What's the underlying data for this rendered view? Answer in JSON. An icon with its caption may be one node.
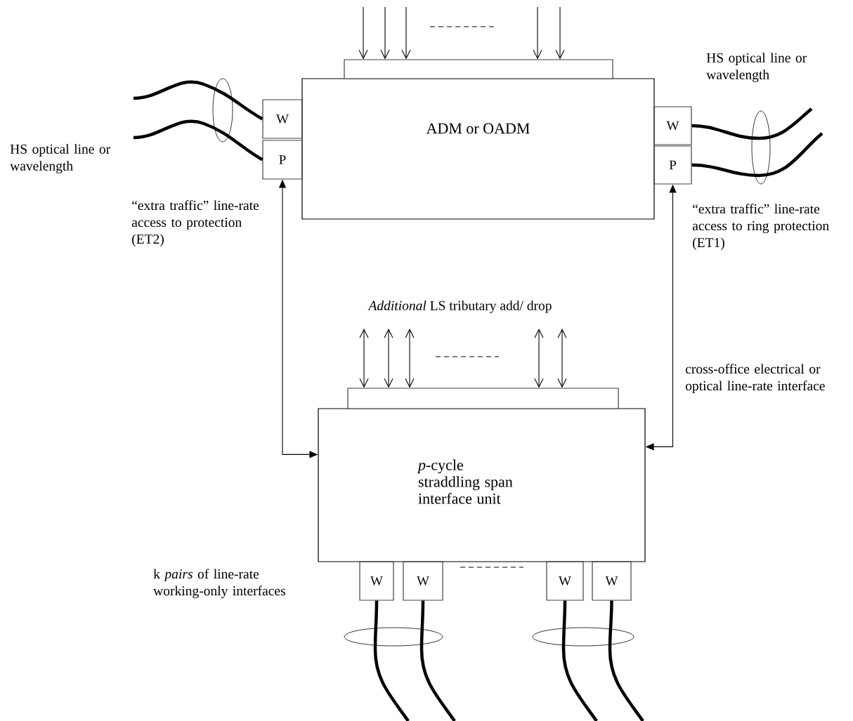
{
  "diagram": {
    "nodes": [
      {
        "text": [
          "ADM or OADM"
        ]
      },
      {
        "text": [],
        "shape": "bar"
      },
      {
        "text": [
          "W"
        ]
      },
      {
        "text": [
          "P"
        ]
      },
      {
        "text": [
          "W"
        ]
      },
      {
        "text": [
          "P"
        ]
      },
      {
        "text": [
          "*p*-cycle straddling span interface unit"
        ]
      },
      {
        "text": [],
        "shape": "bar"
      },
      {
        "text": [
          "W"
        ]
      },
      {
        "text": [
          "W"
        ]
      },
      {
        "text": [
          "W"
        ]
      },
      {
        "text": [
          "W"
        ]
      },
      {
        "text": [],
        "shape": "ellipse"
      },
      {
        "text": [],
        "shape": "ellipse"
      },
      {
        "text": [],
        "shape": "ellipse"
      },
      {
        "text": [],
        "shape": "ellipse"
      }
    ],
    "edges": [
      {
        "from": 3,
        "to": 6,
        "arrow": "both"
      },
      {
        "from": 5,
        "to": 6,
        "arrow": "both"
      },
      {
        "from": null,
        "to": 1,
        "arrow": "to"
      },
      {
        "from": null,
        "to": 1,
        "arrow": "to"
      },
      {
        "from": null,
        "to": 1,
        "arrow": "to"
      },
      {
        "from": null,
        "to": 1,
        "arrow": "to"
      },
      {
        "from": null,
        "to": 1,
        "arrow": "to"
      },
      {
        "from": null,
        "to": 7,
        "arrow": "both"
      },
      {
        "from": null,
        "to": 7,
        "arrow": "both"
      },
      {
        "from": null,
        "to": 7,
        "arrow": "both"
      },
      {
        "from": null,
        "to": 7,
        "arrow": "both"
      },
      {
        "from": null,
        "to": 7,
        "arrow": "both"
      },
      {
        "from": 2,
        "to": null,
        "arrow": "none",
        "style": "thick"
      },
      {
        "from": 3,
        "to": null,
        "arrow": "none",
        "style": "thick"
      },
      {
        "from": 4,
        "to": null,
        "arrow": "none",
        "style": "thick"
      },
      {
        "from": 5,
        "to": null,
        "arrow": "none",
        "style": "thick"
      },
      {
        "from": 8,
        "to": null,
        "arrow": "none",
        "style": "thick"
      },
      {
        "from": 9,
        "to": null,
        "arrow": "none",
        "style": "thick"
      },
      {
        "from": 10,
        "to": null,
        "arrow": "none",
        "style": "thick"
      },
      {
        "from": 11,
        "to": null,
        "arrow": "none",
        "style": "thick"
      }
    ],
    "labels": [
      "HS optical line or wavelength",
      "HS optical line or wavelength",
      "“extra traffic” line-rate access to protection (ET2)",
      "“extra traffic” line-rate access to ring protection (ET1)",
      "*Additional* LS tributary add/ drop",
      "cross-office electrical or optical line-rate interface",
      "k *pairs* of line-rate working-only interfaces"
    ]
  }
}
